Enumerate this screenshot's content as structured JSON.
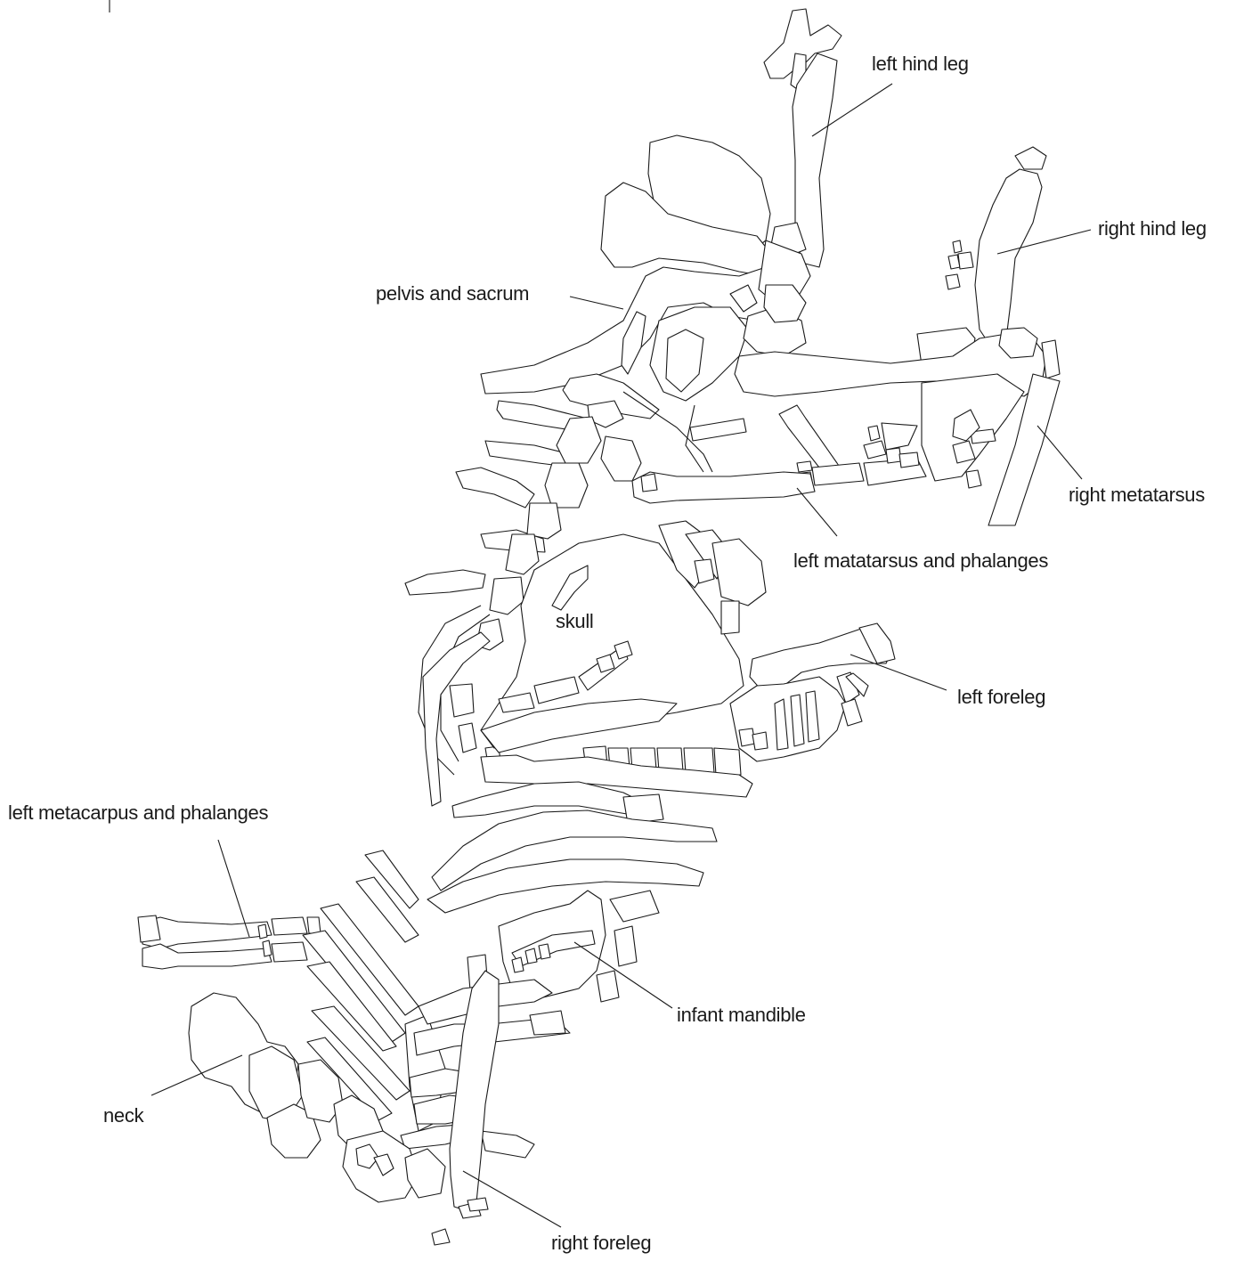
{
  "labels": {
    "left_hind_leg": "left hind leg",
    "right_hind_leg": "right hind leg",
    "pelvis_and_sacrum": "pelvis and sacrum",
    "right_metatarsus": "right metatarsus",
    "left_matatarsus_and_phalanges": "left matatarsus and phalanges",
    "skull": "skull",
    "left_foreleg": "left foreleg",
    "left_metacarpus_and_phalanges": "left metacarpus and phalanges",
    "infant_mandible": "infant mandible",
    "neck": "neck",
    "right_foreleg": "right foreleg"
  },
  "colors": {
    "ink": "#1a1a1a",
    "paper": "#ffffff"
  }
}
